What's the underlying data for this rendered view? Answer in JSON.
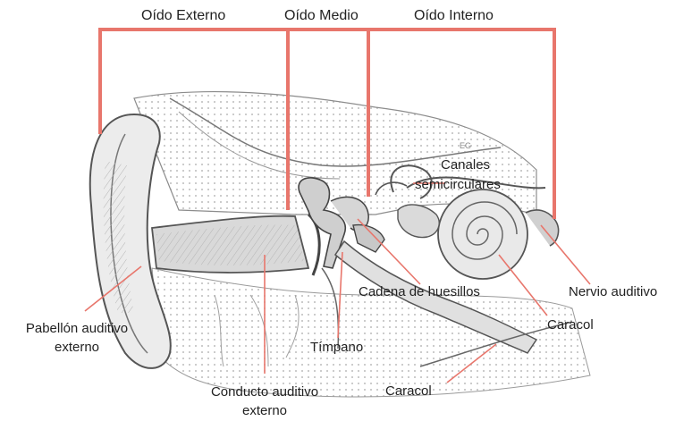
{
  "colors": {
    "bracket": "#e8766c",
    "leader": "#e8766c",
    "sketch": "#555555",
    "sketch_light": "#9a9a9a",
    "text": "#222222"
  },
  "sections": {
    "outer": "Oído Externo",
    "middle": "Oído Medio",
    "inner": "Oído Interno"
  },
  "labels": {
    "canals_line1": "Canales",
    "canals_line2": "semicirculares",
    "ossicles": "Cadena de huesillos",
    "auditory_nerve": "Nervio auditivo",
    "pinna_line1": "Pabellón auditivo",
    "pinna_line2": "externo",
    "cochlea_right": "Caracol",
    "eardrum": "Tímpano",
    "canal_line1": "Conducto auditivo",
    "canal_line2": "externo",
    "cochlea_bottom": "Caracol"
  },
  "artist_initials": "EG"
}
